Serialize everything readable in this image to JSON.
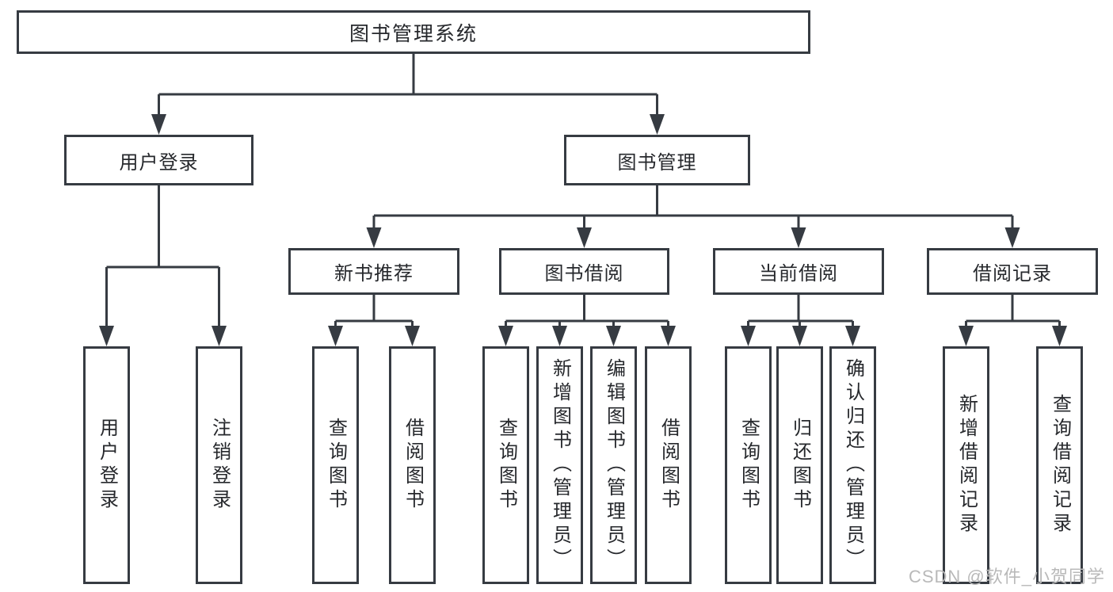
{
  "tree": {
    "label": "图书管理系统",
    "children": [
      {
        "label": "用户登录",
        "children": [
          {
            "label": "用户登录"
          },
          {
            "label": "注销登录"
          }
        ]
      },
      {
        "label": "图书管理",
        "children": [
          {
            "label": "新书推荐",
            "children": [
              {
                "label": "查询图书"
              },
              {
                "label": "借阅图书"
              }
            ]
          },
          {
            "label": "图书借阅",
            "children": [
              {
                "label": "查询图书"
              },
              {
                "label": "新增图书（管理员）"
              },
              {
                "label": "编辑图书（管理员）"
              },
              {
                "label": "借阅图书"
              }
            ]
          },
          {
            "label": "当前借阅",
            "children": [
              {
                "label": "查询图书"
              },
              {
                "label": "归还图书"
              },
              {
                "label": "确认归还（管理员）"
              }
            ]
          },
          {
            "label": "借阅记录",
            "children": [
              {
                "label": "新增借阅记录"
              },
              {
                "label": "查询借阅记录"
              }
            ]
          }
        ]
      }
    ]
  },
  "watermark": "CSDN @软件_小贺同学",
  "colors": {
    "line": "#363b42",
    "text": "#26282c",
    "watermark": "#b9b9b9",
    "background": "#ffffff"
  }
}
